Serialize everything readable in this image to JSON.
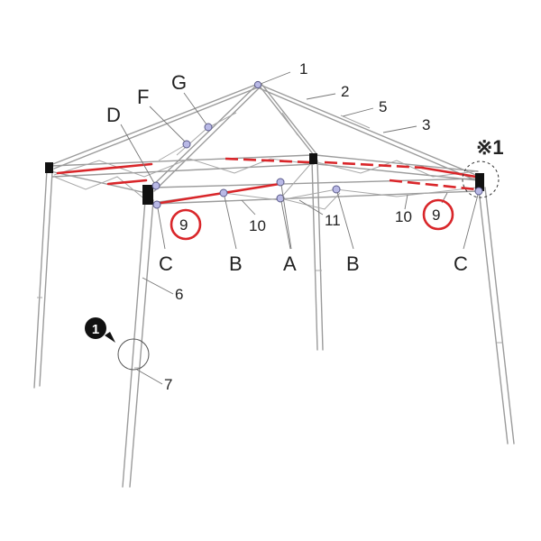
{
  "labels": {
    "n1": "1",
    "n2": "2",
    "n3": "3",
    "n5": "5",
    "n6": "6",
    "n7": "7",
    "n10_left": "10",
    "n10_right": "10",
    "n11": "11",
    "n9_left": "9",
    "n9_right": "9",
    "g": "G",
    "f": "F",
    "d": "D",
    "c_left": "C",
    "c_right": "C",
    "b_left": "B",
    "b_right": "B",
    "a": "A",
    "note_mark": "※1",
    "circled_one": "1"
  },
  "colors": {
    "highlight": "#d9262a",
    "frame": "#9b9b9b",
    "joint": "#b9b9e6"
  }
}
